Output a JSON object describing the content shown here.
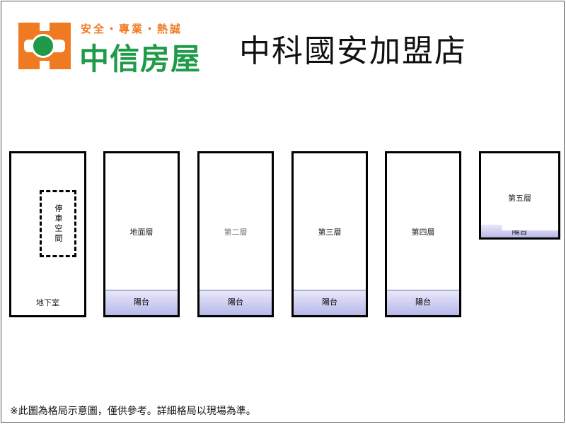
{
  "logo": {
    "slogan": "安全・專業・熱誠",
    "brand": "中信房屋",
    "brand_colors": {
      "orange": "#ef7a21",
      "green": "#1e9a48"
    }
  },
  "title": "中科國安加盟店",
  "floors": [
    {
      "label": "地下室",
      "parking": "停車空間"
    },
    {
      "label": "地面層",
      "balcony": "陽台"
    },
    {
      "label": "第二層",
      "balcony": "陽台"
    },
    {
      "label": "第三層",
      "balcony": "陽台"
    },
    {
      "label": "第四層",
      "balcony": "陽台"
    },
    {
      "label": "第五層",
      "balcony": "陽台"
    }
  ],
  "note": "※此圖為格局示意圖，僅供參考。詳細格局以現場為準。"
}
